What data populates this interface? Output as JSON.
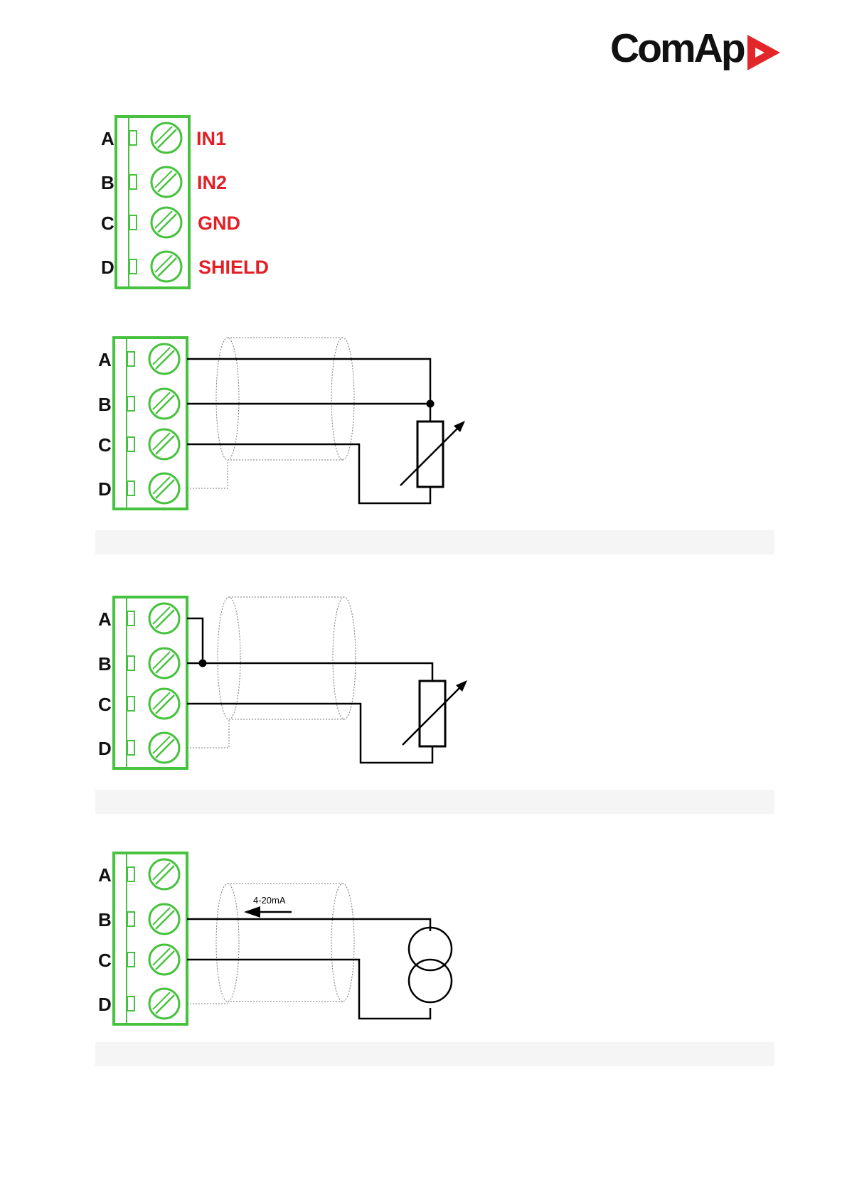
{
  "brand": {
    "name": "ComAp",
    "accent_color": "#e3262a",
    "icon": "comap-arrow-logo-icon"
  },
  "colors": {
    "terminal_green": "#46c23e",
    "label_red": "#e31e24",
    "wire": "#000000",
    "caption_bar": "#f5f5f5"
  },
  "terminal_letters": [
    "A",
    "B",
    "C",
    "D"
  ],
  "pin_functions": [
    "IN1",
    "IN2",
    "GND",
    "SHIELD"
  ],
  "current_loop": {
    "label": "4-20mA"
  }
}
